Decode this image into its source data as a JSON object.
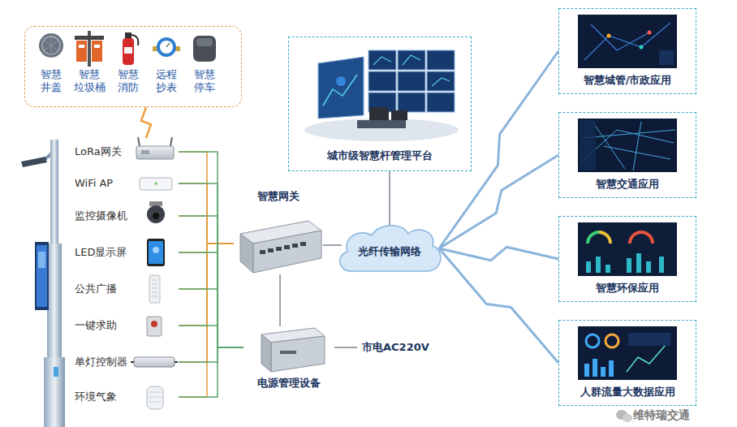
{
  "diagram": {
    "nodes": [
      {
        "text": []
      },
      {
        "text": [
          "智慧 井盖"
        ],
        "in": 0
      },
      {
        "text": [
          "智慧 垃圾桶"
        ],
        "in": 0
      },
      {
        "text": [
          "智慧 消防"
        ],
        "in": 0
      },
      {
        "text": [
          "远程 抄表"
        ],
        "in": 0
      },
      {
        "text": [
          "智慧 停车"
        ],
        "in": 0
      },
      {
        "text": [
          "LoRa网关"
        ]
      },
      {
        "text": [
          "WiFi AP"
        ]
      },
      {
        "text": [
          "监控摄像机"
        ]
      },
      {
        "text": [
          "LED显示屏"
        ]
      },
      {
        "text": [
          "公共广播"
        ]
      },
      {
        "text": [
          "一键求助"
        ]
      },
      {
        "text": [
          "单灯控制器"
        ]
      },
      {
        "text": [
          "环境气象"
        ]
      },
      {
        "text": [
          "城市级智慧杆管理平台"
        ]
      },
      {
        "text": [
          "智慧网关"
        ]
      },
      {
        "text": [
          "光纤传输网络"
        ]
      },
      {
        "text": [
          "电源管理设备"
        ]
      },
      {
        "text": [
          "智慧城管/市政应用"
        ]
      },
      {
        "text": [
          "智慧交通应用"
        ]
      },
      {
        "text": [
          "智慧环保应用"
        ]
      },
      {
        "text": [
          "人群流量大数据应用"
        ]
      }
    ],
    "edges": [
      {
        "from": 6,
        "to": 0,
        "arrow": "none"
      },
      {
        "from": 6,
        "to": 15,
        "arrow": "none"
      },
      {
        "from": 7,
        "to": 15,
        "arrow": "none"
      },
      {
        "from": 8,
        "to": 15,
        "arrow": "none"
      },
      {
        "from": 9,
        "to": 15,
        "arrow": "none"
      },
      {
        "from": 10,
        "to": 15,
        "arrow": "none"
      },
      {
        "from": 11,
        "to": 15,
        "arrow": "none"
      },
      {
        "from": 12,
        "to": 15,
        "arrow": "none"
      },
      {
        "from": 13,
        "to": 15,
        "arrow": "none"
      },
      {
        "from": 6,
        "to": 17,
        "arrow": "none"
      },
      {
        "from": 7,
        "to": 17,
        "arrow": "none"
      },
      {
        "from": 8,
        "to": 17,
        "arrow": "none"
      },
      {
        "from": 9,
        "to": 17,
        "arrow": "none"
      },
      {
        "from": 10,
        "to": 17,
        "arrow": "none"
      },
      {
        "from": 11,
        "to": 17,
        "arrow": "none"
      },
      {
        "from": 12,
        "to": 17,
        "arrow": "none"
      },
      {
        "from": 13,
        "to": 17,
        "arrow": "none"
      },
      {
        "from": 15,
        "to": 17,
        "arrow": "none"
      },
      {
        "from": 15,
        "to": 16,
        "arrow": "none"
      },
      {
        "from": 16,
        "to": 14,
        "arrow": "none"
      },
      {
        "from": 16,
        "to": 18,
        "arrow": "none"
      },
      {
        "from": 16,
        "to": 19,
        "arrow": "none"
      },
      {
        "from": 16,
        "to": 20,
        "arrow": "none"
      },
      {
        "from": 16,
        "to": 21,
        "arrow": "none"
      }
    ],
    "labels": [
      "市电AC220V",
      "维特瑞交通"
    ]
  }
}
